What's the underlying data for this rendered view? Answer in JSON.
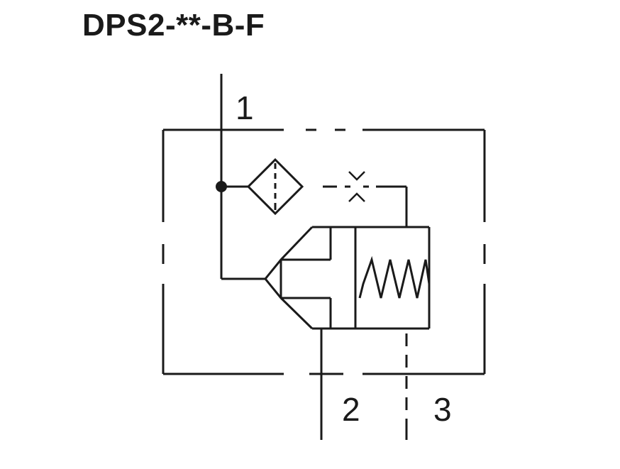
{
  "diagram": {
    "title": "DPS2-**-B-F",
    "ports": {
      "p1": "1",
      "p2": "2",
      "p3": "3"
    }
  }
}
